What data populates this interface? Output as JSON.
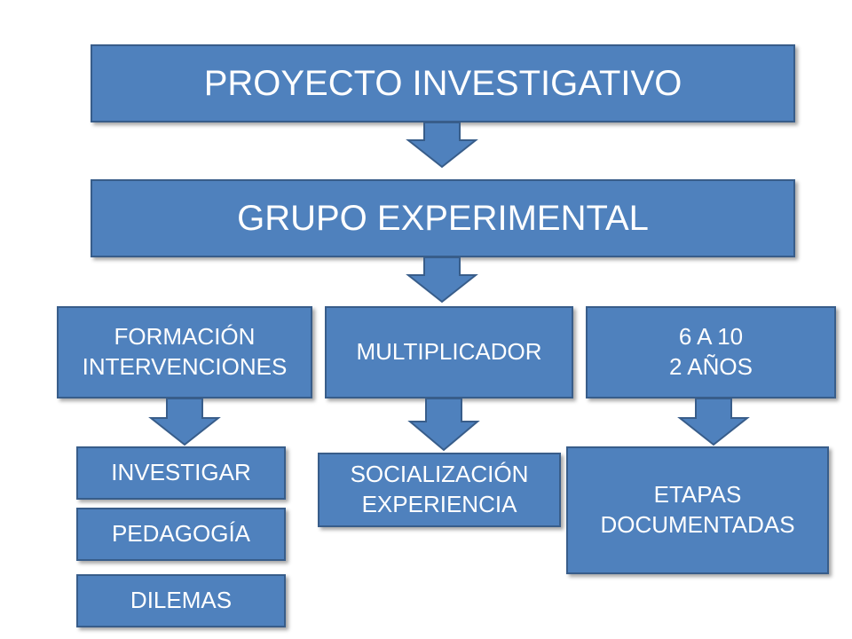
{
  "title_box": {
    "label": "PROYECTO INVESTIGATIVO"
  },
  "group_box": {
    "label": "GRUPO EXPERIMENTAL"
  },
  "branches": [
    {
      "label": "FORMACIÓN\nINTERVENCIONES",
      "children": [
        "INVESTIGAR",
        "PEDAGOGÍA",
        "DILEMAS"
      ]
    },
    {
      "label": "MULTIPLICADOR",
      "children": [
        "SOCIALIZACIÓN\nEXPERIENCIA"
      ]
    },
    {
      "label": "6 A 10\n2 AÑOS",
      "children": [
        "ETAPAS\nDOCUMENTADAS"
      ]
    }
  ],
  "colors": {
    "box_fill": "#4f81bd",
    "box_border": "#385d8a",
    "text": "#ffffff"
  },
  "icons": {
    "connector": "down-arrow-icon"
  }
}
